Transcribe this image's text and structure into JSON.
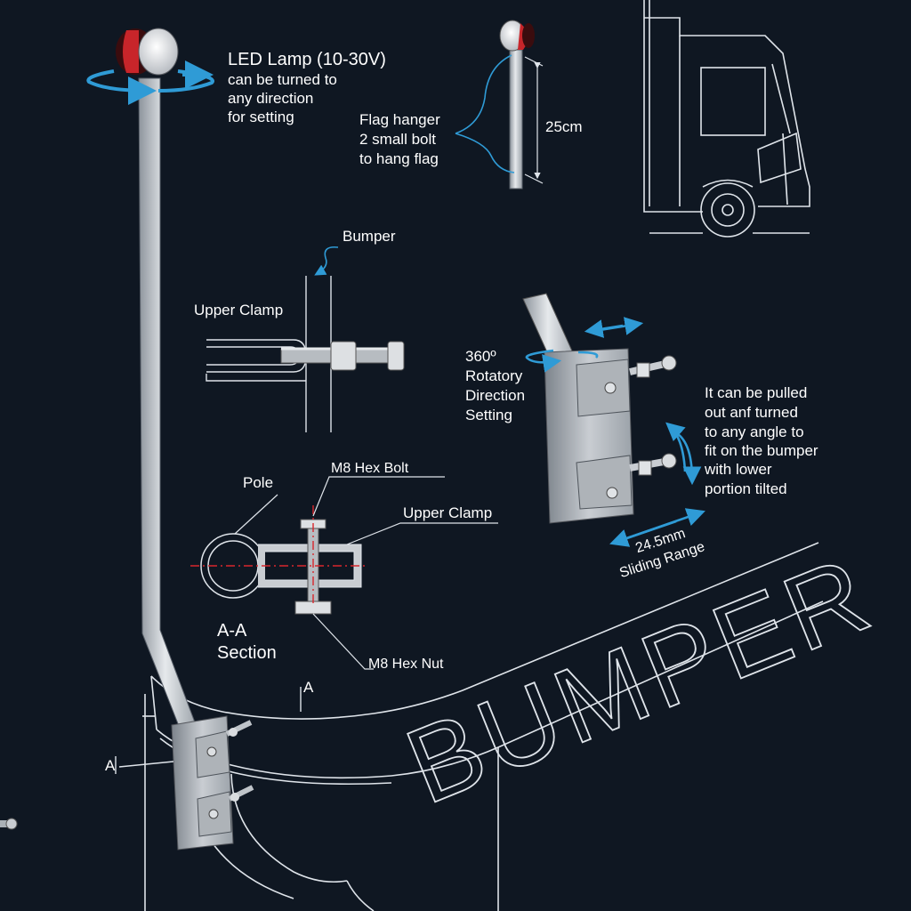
{
  "led_lamp": {
    "title": "LED Lamp (10-30V)",
    "line2": "can be turned to",
    "line3": "any direction",
    "line4": "for setting"
  },
  "flag_hanger": {
    "line1": "Flag hanger",
    "line2": "2 small bolt",
    "line3": "to hang flag",
    "dimension": "25cm"
  },
  "bumper_label": "Bumper",
  "upper_clamp_top": "Upper Clamp",
  "rotatory": {
    "line1": "360º",
    "line2": "Rotatory",
    "line3": "Direction",
    "line4": "Setting"
  },
  "pull_note": {
    "line1": "It can be pulled",
    "line2": "out anf turned",
    "line3": "to any angle to",
    "line4": "fit on the bumper",
    "line5": "with lower",
    "line6": "portion tilted"
  },
  "sliding": {
    "line1": "24.5mm",
    "line2": "Sliding Range"
  },
  "section": {
    "pole": "Pole",
    "hex_bolt": "M8 Hex Bolt",
    "upper_clamp": "Upper Clamp",
    "hex_nut": "M8 Hex Nut",
    "title_line1": "A-A",
    "title_line2": "Section",
    "marker_right": "A",
    "marker_left": "A"
  },
  "bumper_lettering": "BUMPER",
  "colors": {
    "background": "#0f1722",
    "line": "#dfe4ea",
    "accent_blue": "#2f9bd6",
    "lamp_red": "#c8252a"
  }
}
